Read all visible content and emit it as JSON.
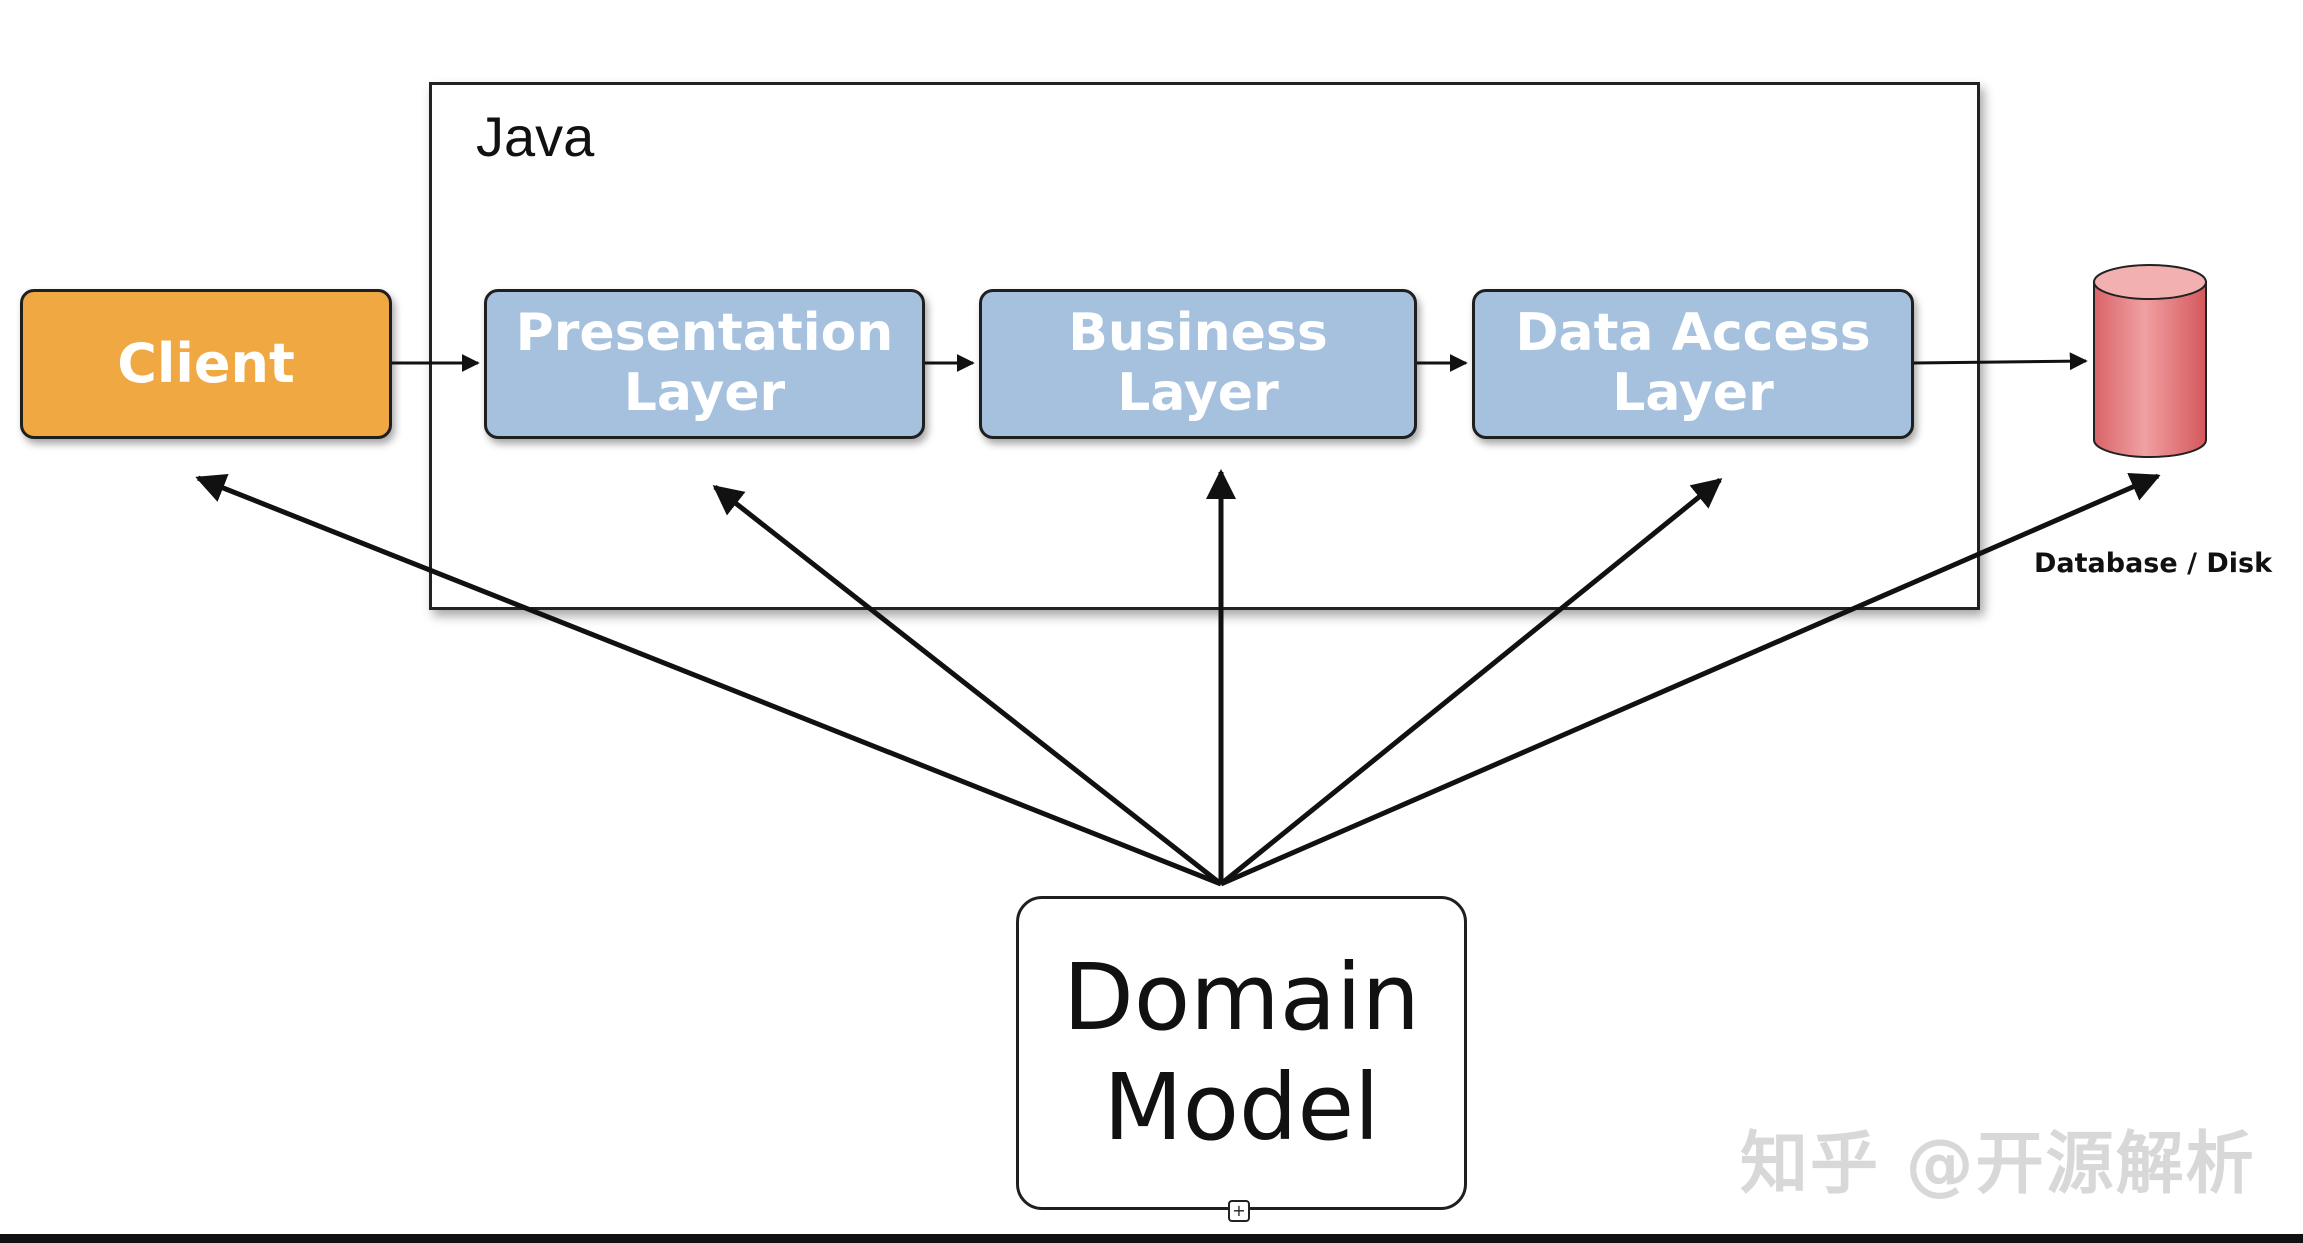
{
  "container": {
    "label": "Java"
  },
  "nodes": {
    "client": "Client",
    "presentation": "Presentation\nLayer",
    "business": "Business\nLayer",
    "data_access": "Data Access\nLayer",
    "domain_model": "Domain\nModel",
    "database_caption": "Database / Disk"
  },
  "watermark": "知乎 @开源解析",
  "colors": {
    "client_fill": "#f0a843",
    "layer_fill": "#a6c1de",
    "database_fill": "#e07a7d"
  },
  "icons": {
    "database": "cylinder-icon",
    "handle": "expand-handle-icon"
  }
}
